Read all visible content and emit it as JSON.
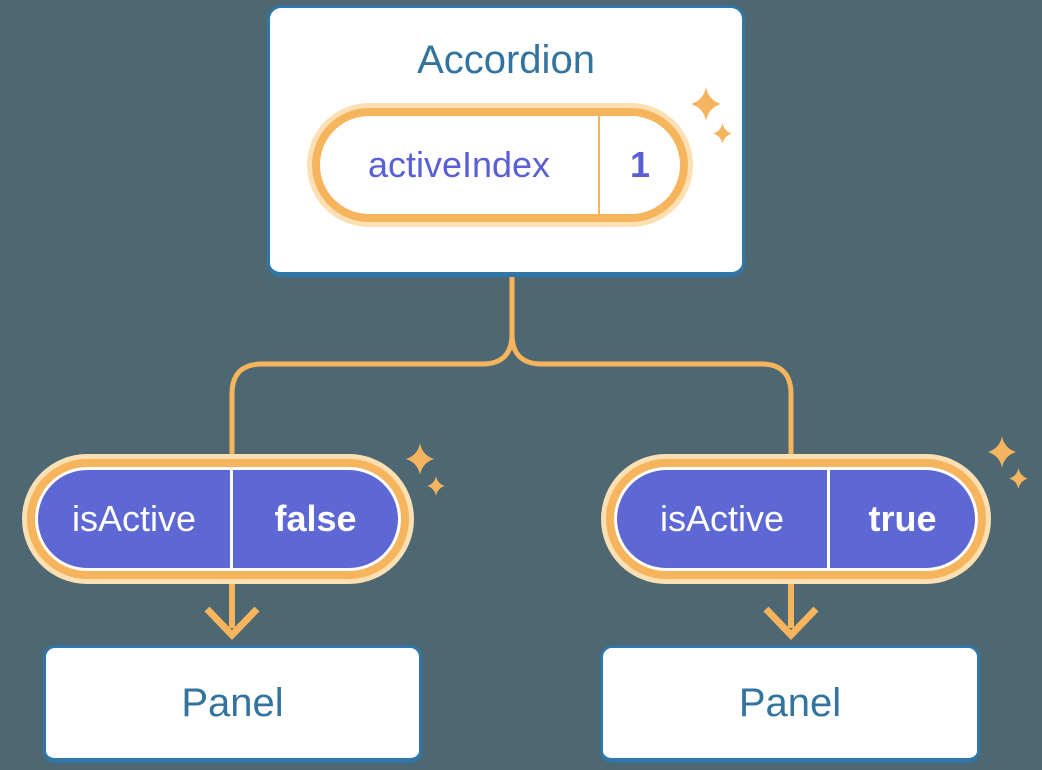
{
  "diagram": {
    "root": {
      "title": "Accordion",
      "state": {
        "name": "activeIndex",
        "value": "1"
      }
    },
    "children": [
      {
        "prop": {
          "name": "isActive",
          "value": "false"
        },
        "panel": {
          "title": "Panel"
        }
      },
      {
        "prop": {
          "name": "isActive",
          "value": "true"
        },
        "panel": {
          "title": "Panel"
        }
      }
    ]
  },
  "icons": {
    "sparkle": "four-point-sparkle",
    "arrow": "arrow-down",
    "connector": "branching-elbow-lines"
  },
  "colors": {
    "background": "#4D6872",
    "card_bg": "#FFFFFF",
    "card_border": "#3076A6",
    "heading_text": "#33749F",
    "state_text": "#5A5FD6",
    "prop_pill_fill": "#5E68D4",
    "prop_pill_text": "#FFFFFF",
    "ring_orange": "#F6B45C",
    "ring_glow": "#FCDFB2",
    "connector": "#F6B45C",
    "sparkle": "#F5B45F"
  }
}
